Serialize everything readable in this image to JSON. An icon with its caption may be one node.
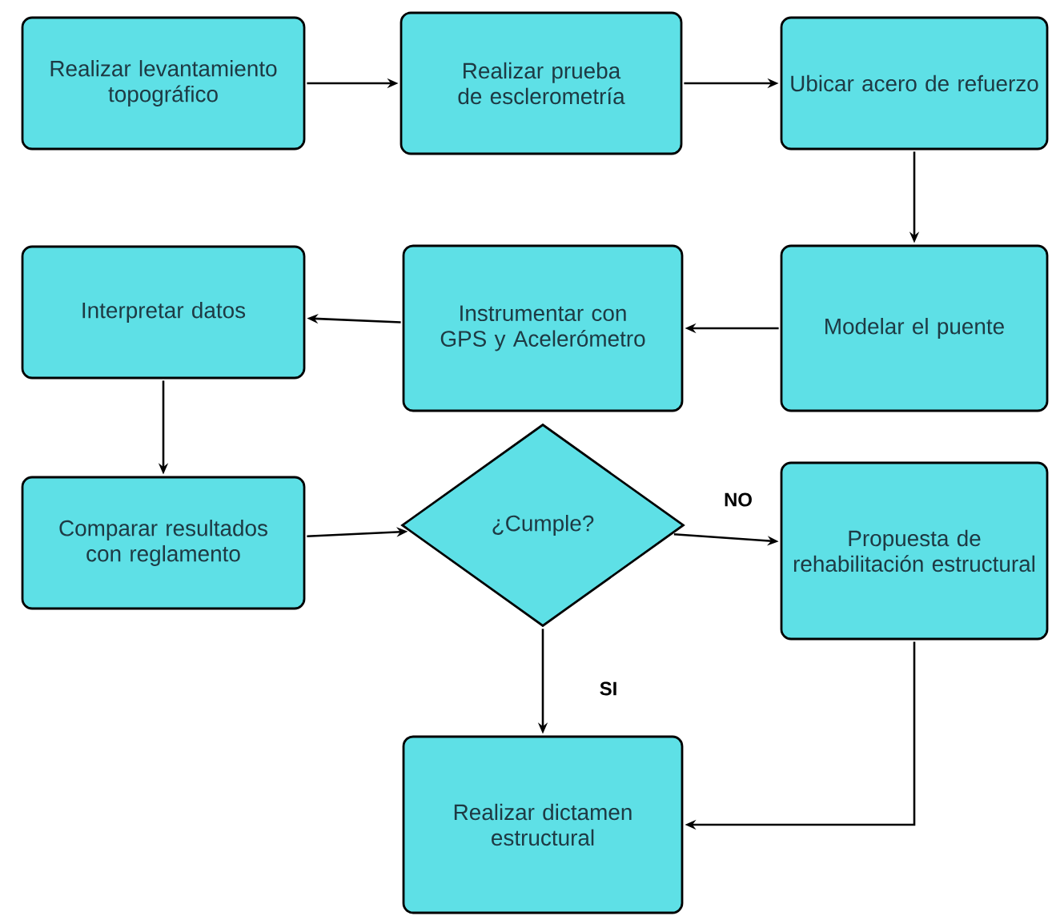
{
  "diagram": {
    "nodes": [
      {
        "text": [
          "Realizar levantamiento topográfico"
        ]
      },
      {
        "text": [
          "Realizar prueba de esclerometría"
        ]
      },
      {
        "text": [
          "Ubicar acero de refuerzo"
        ]
      },
      {
        "text": [
          "Modelar el puente"
        ]
      },
      {
        "text": [
          "Instrumentar con GPS y Acelerómetro"
        ]
      },
      {
        "text": [
          "Interpretar datos"
        ]
      },
      {
        "text": [
          "Comparar resultados con reglamento"
        ]
      },
      {
        "text": [
          "¿Cumple?"
        ]
      },
      {
        "text": [
          "Propuesta de rehabilitación estructural"
        ]
      },
      {
        "text": [
          "Realizar dictamen estructural"
        ]
      }
    ],
    "edges": [
      {
        "from": 0,
        "to": 1,
        "arrow": "to"
      },
      {
        "from": 1,
        "to": 2,
        "arrow": "to"
      },
      {
        "from": 2,
        "to": 3,
        "arrow": "to"
      },
      {
        "from": 3,
        "to": 4,
        "arrow": "to"
      },
      {
        "from": 4,
        "to": 5,
        "arrow": "to"
      },
      {
        "from": 5,
        "to": 6,
        "arrow": "to"
      },
      {
        "from": 6,
        "to": 7,
        "arrow": "to"
      },
      {
        "from": 7,
        "to": 8,
        "arrow": "to",
        "label": "NO"
      },
      {
        "from": 7,
        "to": 9,
        "arrow": "to",
        "label": "SI"
      },
      {
        "from": 8,
        "to": 9,
        "arrow": "to"
      }
    ]
  }
}
